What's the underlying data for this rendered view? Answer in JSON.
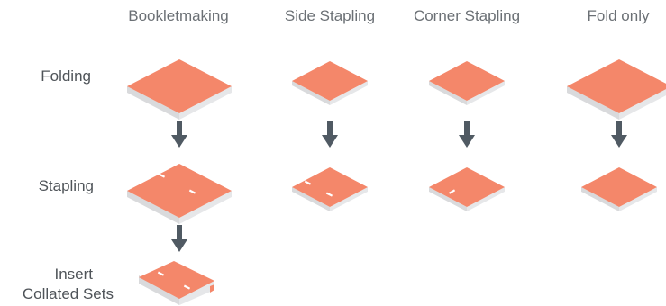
{
  "columns": [
    {
      "label": "Bookletmaking"
    },
    {
      "label": "Side Stapling"
    },
    {
      "label": "Corner Stapling"
    },
    {
      "label": "Fold only"
    }
  ],
  "rows": [
    {
      "label": "Folding"
    },
    {
      "label": "Stapling"
    },
    {
      "label_line1": "Insert",
      "label_line2": "Collated Sets"
    }
  ],
  "colors": {
    "sheet_top": "#F4876A",
    "sheet_side": "#D9DADC",
    "sheet_edge": "#E6E7E9",
    "staple": "#FFFFFF",
    "arrow": "#505A63"
  },
  "icons": [
    "folded-sheet-icon",
    "stapled-sheet-icon",
    "down-arrow-icon",
    "collated-booklet-icon"
  ]
}
